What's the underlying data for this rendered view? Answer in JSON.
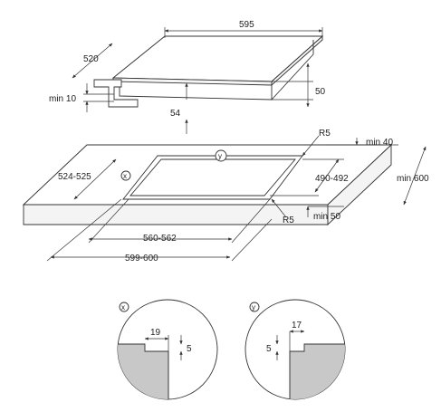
{
  "hob": {
    "width": "595",
    "depth": "520",
    "height": "50",
    "min_gap": "min 10",
    "offset": "54"
  },
  "cutout": {
    "radius_top": "R5",
    "radius_bottom": "R5",
    "min_back": "min 40",
    "min_depth": "min 600",
    "min_front": "min 50",
    "depth_range": "490-492",
    "depth_label": "524-525",
    "inner_width": "560-562",
    "outer_width": "599-600",
    "marker_x": "x",
    "marker_y": "y"
  },
  "detail_x": {
    "marker": "x",
    "width": "19",
    "depth": "5"
  },
  "detail_y": {
    "marker": "y",
    "width": "17",
    "depth": "5"
  }
}
